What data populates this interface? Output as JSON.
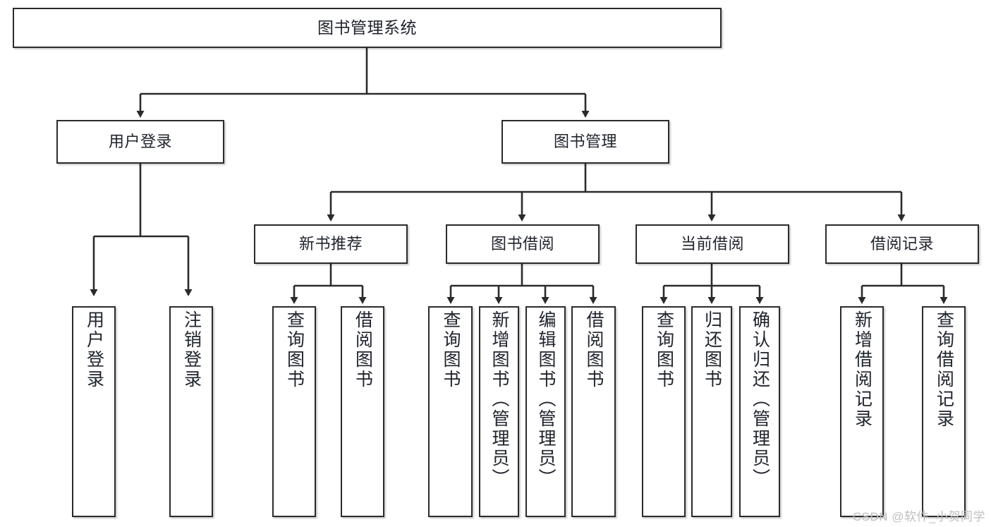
{
  "diagram": {
    "type": "tree-hierarchy",
    "title": "图书管理系统",
    "root": {
      "label": "图书管理系统"
    },
    "level2": [
      {
        "label": "用户登录"
      },
      {
        "label": "图书管理"
      }
    ],
    "level3": [
      {
        "label": "新书推荐"
      },
      {
        "label": "图书借阅"
      },
      {
        "label": "当前借阅"
      },
      {
        "label": "借阅记录"
      }
    ],
    "leaves": {
      "user_login": [
        {
          "label": "用户登录"
        },
        {
          "label": "注销登录"
        }
      ],
      "new_book_recommend": [
        {
          "label": "查询图书"
        },
        {
          "label": "借阅图书"
        }
      ],
      "book_borrow": [
        {
          "label": "查询图书"
        },
        {
          "label": "新增图书（管理员）"
        },
        {
          "label": "编辑图书（管理员）"
        },
        {
          "label": "借阅图书"
        }
      ],
      "current_borrow": [
        {
          "label": "查询图书"
        },
        {
          "label": "归还图书"
        },
        {
          "label": "确认归还（管理员）"
        }
      ],
      "borrow_records": [
        {
          "label": "新增借阅记录"
        },
        {
          "label": "查询借阅记录"
        }
      ]
    },
    "watermark": "CSDN @软件_小贺同学",
    "colors": {
      "node_border": "#2b2b2b",
      "node_fill": "#ffffff",
      "text": "#20242c",
      "connector": "#2b2b2b",
      "watermark": "#bfbfbf",
      "background": "#ffffff"
    }
  }
}
